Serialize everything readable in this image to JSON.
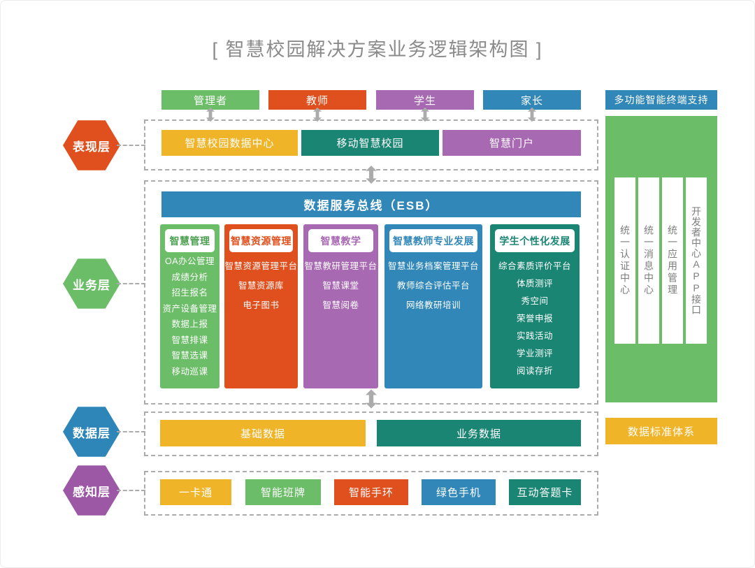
{
  "title": "[ 智慧校园解决方案业务逻辑架构图 ]",
  "palette": {
    "green": "#6CBD68",
    "orange_red": "#E0501E",
    "purple": "#A869B3",
    "blue": "#3187B8",
    "teal": "#1B8574",
    "yellow": "#F0B429",
    "data_layer_hex_blue": "#2E86B8",
    "perception_hex_purple": "#9C57A5",
    "dash_gray": "#ABABAB",
    "title_gray": "#8A8A8A"
  },
  "layers": [
    {
      "label": "表现层"
    },
    {
      "label": "业务层"
    },
    {
      "label": "数据层"
    },
    {
      "label": "感知层"
    }
  ],
  "top_users": [
    {
      "label": "管理者"
    },
    {
      "label": "教师"
    },
    {
      "label": "学生"
    },
    {
      "label": "家长"
    }
  ],
  "presentation_layer": {
    "items": [
      {
        "label": "智慧校园数据中心"
      },
      {
        "label": "移动智慧校园"
      },
      {
        "label": "智慧门户"
      }
    ]
  },
  "business_layer": {
    "esb_label": "数据服务总线（ESB）",
    "columns": [
      {
        "header": "智慧管理",
        "items": [
          "OA办公管理",
          "成绩分析",
          "招生报名",
          "资产设备管理",
          "数据上报",
          "智慧排课",
          "智慧选课",
          "移动巡课"
        ]
      },
      {
        "header": "智慧资源管理",
        "items": [
          "智慧资源管理平台",
          "智慧资源库",
          "电子图书"
        ]
      },
      {
        "header": "智慧教学",
        "items": [
          "智慧教研管理平台",
          "智慧课堂",
          "智慧阅卷"
        ]
      },
      {
        "header": "智慧教师专业发展",
        "items": [
          "智慧业务档案管理平台",
          "教师综合评估平台",
          "网络教研培训"
        ]
      },
      {
        "header": "学生个性化发展",
        "items": [
          "综合素质评价平台",
          "体质测评",
          "秀空间",
          "荣誉申报",
          "实践活动",
          "学业测评",
          "阅读存折"
        ]
      }
    ]
  },
  "data_layer": {
    "items": [
      {
        "label": "基础数据"
      },
      {
        "label": "业务数据"
      }
    ]
  },
  "perception_layer": {
    "items": [
      {
        "label": "一卡通"
      },
      {
        "label": "智能班牌"
      },
      {
        "label": "智能手环"
      },
      {
        "label": "绿色手机"
      },
      {
        "label": "互动答题卡"
      }
    ]
  },
  "right_panel": {
    "terminal_label": "多功能智能终端支持",
    "services": [
      "统一认证中心",
      "统一消息中心",
      "统一应用管理",
      "开发者中心APP接口"
    ],
    "standard_label": "数据标准体系"
  }
}
